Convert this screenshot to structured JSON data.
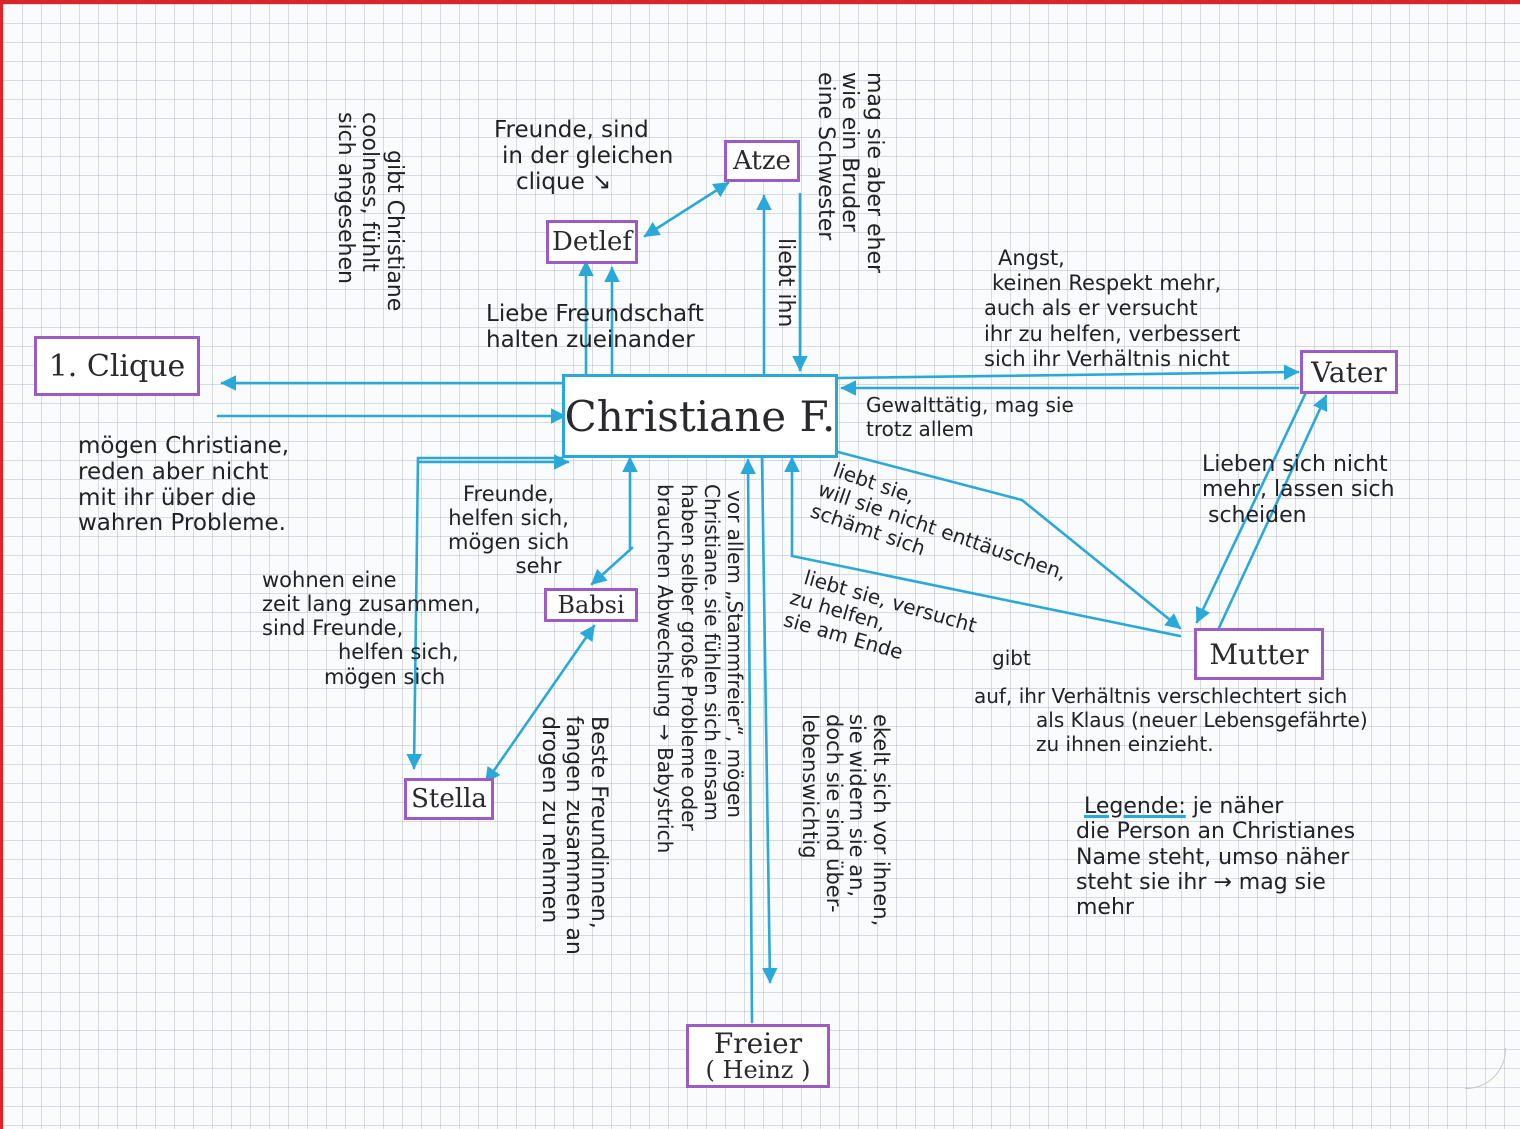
{
  "diagram": {
    "nodes": {
      "center": "Christiane F.",
      "clique1": "1. Clique",
      "atze": "Atze",
      "detlef": "Detlef",
      "vater": "Vater",
      "mutter": "Mutter",
      "babsi": "Babsi",
      "stella": "Stella",
      "freier_line1": "Freier",
      "freier_line2": "( Heinz )"
    },
    "notes": {
      "clique_cool": [
        "gibt Christiane",
        "coolness, fühlt",
        "sich angesehen"
      ],
      "clique_talk": [
        "mögen Christiane,",
        "reden aber nicht",
        "mit ihr über die",
        "wahren Probleme."
      ],
      "atze_detlef": [
        "Freunde, sind",
        "in der gleichen",
        "clique ↘"
      ],
      "detlef_love": [
        "Liebe Freundschaft",
        "halten zueinander"
      ],
      "atze_loves": [
        "liebt ihn"
      ],
      "atze_sibling": [
        "mag sie aber eher",
        "wie ein Bruder",
        "eine Schwester"
      ],
      "vater_top": [
        "Angst,",
        "keinen Respekt mehr,",
        "auch als er versucht",
        "ihr zu helfen, verbessert",
        "sich ihr Verhältnis nicht"
      ],
      "vater_violent": [
        "Gewalttätig, mag sie",
        "trotz allem"
      ],
      "eltern": [
        "Lieben sich nicht",
        "mehr, lassen sich",
        "scheiden"
      ],
      "mutter_1": [
        "liebt sie,",
        "will sie nicht enttäuschen,",
        "schämt sich"
      ],
      "mutter_2": [
        "liebt sie, versucht",
        "zu helfen,",
        "sie am Ende"
      ],
      "mutter_gibt": [
        "gibt"
      ],
      "mutter_auf": [
        "auf, ihr Verhältnis verschlechtert sich",
        "als Klaus (neuer Lebensgefährte)",
        "zu ihnen einzieht."
      ],
      "babsi_friends": [
        "Freunde,",
        "helfen sich,",
        "mögen sich",
        "sehr"
      ],
      "stella_lived": [
        "wohnen eine",
        "zeit lang zusammen,",
        "sind Freunde,",
        "helfen sich,",
        "mögen sich"
      ],
      "stella_babsi": [
        "Beste Freundinnen,",
        "fangen zusammen an",
        "drogen zu nehmen"
      ],
      "freier_stamm": [
        "vor allem „Stammfreier“, mögen",
        "Christiane. sie fühlen sich einsam",
        "haben selber große Probleme oder",
        "brauchen Abwechslung → Babystrich"
      ],
      "freier_ekelt": [
        "ekelt sich vor ihnen,",
        "sie widern sie an,",
        "doch sie sind über-",
        "lebenswichtig"
      ],
      "legend_title": "Legende:",
      "legend_text": [
        "je näher",
        "die Person an Christianes",
        "Name steht, umso näher",
        "steht sie ihr → mag sie",
        "mehr"
      ]
    },
    "colors": {
      "arrow": "#2aa8d8",
      "box_border": "#9c5cc4",
      "center_border": "#2aa8d8",
      "page_border": "#d9262c"
    }
  }
}
